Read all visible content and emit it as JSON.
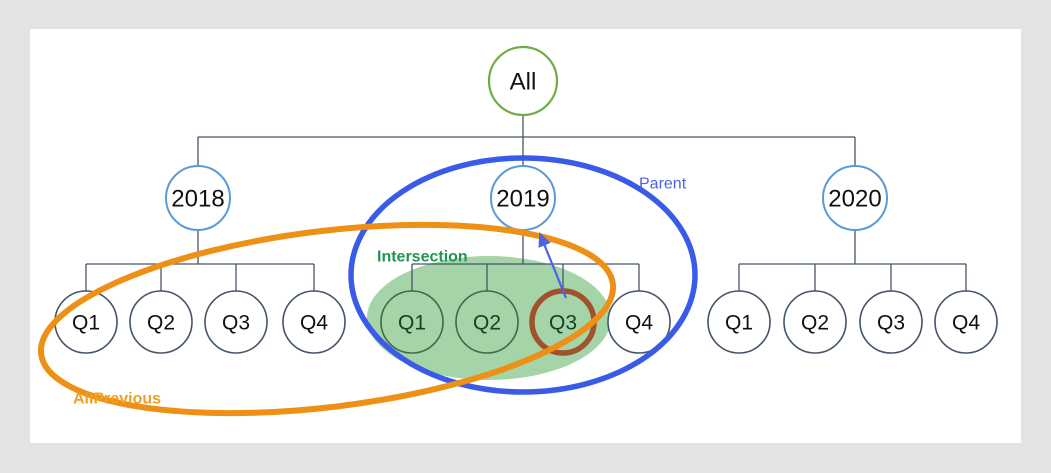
{
  "canvas": {
    "background_color": "#ffffff",
    "outer_background_color": "#e3e3e3"
  },
  "diagram": {
    "type": "hierarchy-tree-with-set-overlays",
    "title_present": false,
    "root": {
      "label": "All",
      "stroke_color": "#70ad47"
    },
    "years": [
      {
        "label": "2018",
        "stroke_color": "#5b9bd5"
      },
      {
        "label": "2019",
        "stroke_color": "#5b9bd5"
      },
      {
        "label": "2020",
        "stroke_color": "#5b9bd5"
      }
    ],
    "quarters_2018": [
      {
        "label": "Q1",
        "stroke_color": "#44546a",
        "highlighted": false
      },
      {
        "label": "Q2",
        "stroke_color": "#44546a",
        "highlighted": false
      },
      {
        "label": "Q3",
        "stroke_color": "#44546a",
        "highlighted": false
      },
      {
        "label": "Q4",
        "stroke_color": "#44546a",
        "highlighted": false
      }
    ],
    "quarters_2019": [
      {
        "label": "Q1",
        "stroke_color": "#3d6b45",
        "highlighted": true
      },
      {
        "label": "Q2",
        "stroke_color": "#3d6b45",
        "highlighted": true
      },
      {
        "label": "Q3",
        "stroke_color": "#a0522d",
        "highlighted": true
      },
      {
        "label": "Q4",
        "stroke_color": "#44546a",
        "highlighted": false
      }
    ],
    "quarters_2020": [
      {
        "label": "Q1",
        "stroke_color": "#44546a",
        "highlighted": false
      },
      {
        "label": "Q2",
        "stroke_color": "#44546a",
        "highlighted": false
      },
      {
        "label": "Q3",
        "stroke_color": "#44546a",
        "highlighted": false
      },
      {
        "label": "Q4",
        "stroke_color": "#44546a",
        "highlighted": false
      }
    ],
    "annotations": {
      "parent": {
        "label": "Parent",
        "color": "#4a63e7"
      },
      "intersection": {
        "label": "Intersection",
        "color": "#219653"
      },
      "allprevious": {
        "label": "AllPrevious",
        "color": "#f0a020"
      }
    },
    "overlays": {
      "allprevious_ellipse": {
        "stroke_color": "#ed9015",
        "fill": "none"
      },
      "parent_ellipse": {
        "stroke_color": "#3a5be8",
        "fill": "none"
      },
      "intersection_ellipse": {
        "stroke_color": "none",
        "fill": "#a4d4a8"
      },
      "selected_node_ring": {
        "stroke_color": "#a0522d"
      }
    },
    "arrow": {
      "from": "2019-Q3",
      "to": "2019",
      "color": "#4a63e7"
    }
  }
}
